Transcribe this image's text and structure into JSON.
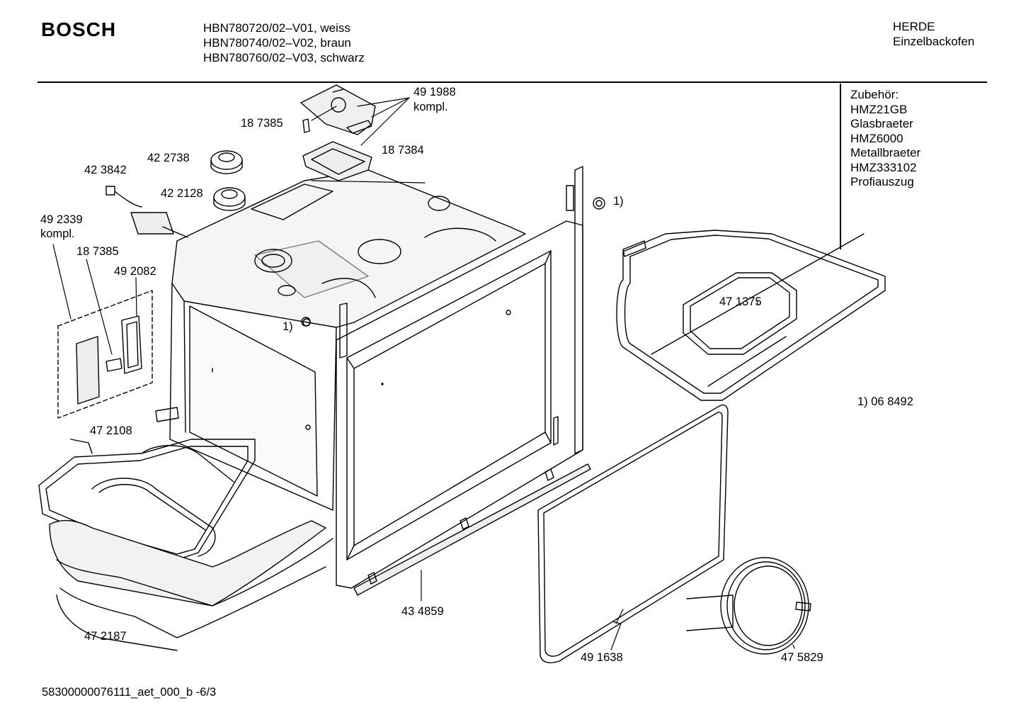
{
  "header": {
    "brand": "BOSCH",
    "models": [
      "HBN780720/02–V01, weiss",
      "HBN780740/02–V02, braun",
      "HBN780760/02–V03, schwarz"
    ],
    "category": "HERDE",
    "subcategory": "Einzelbackofen"
  },
  "accessories": {
    "heading": "Zubehör:",
    "items": [
      "HMZ21GB",
      "Glasbraeter",
      "HMZ6000",
      "Metallbraeter",
      "HMZ333102",
      "Profiauszug"
    ]
  },
  "parts": {
    "p491988": "49 1988",
    "p491988_note": "kompl.",
    "p187385_top": "18 7385",
    "p187384": "18 7384",
    "p422738": "42 2738",
    "p423842": "42 3842",
    "p422128": "42 2128",
    "p492339": "49 2339",
    "p492339_note": "kompl.",
    "p187385_left": "18 7385",
    "p492082": "49 2082",
    "lamp_right": "1)",
    "lamp_left": "1)",
    "p471375": "47 1375",
    "footnote": "1) 06 8492",
    "p472108": "47 2108",
    "p472187": "47 2187",
    "p434859": "43 4859",
    "p491638": "49 1638",
    "p475829": "47 5829"
  },
  "footer": {
    "doc_id": "58300000076111_aet_000_b -6/3"
  }
}
